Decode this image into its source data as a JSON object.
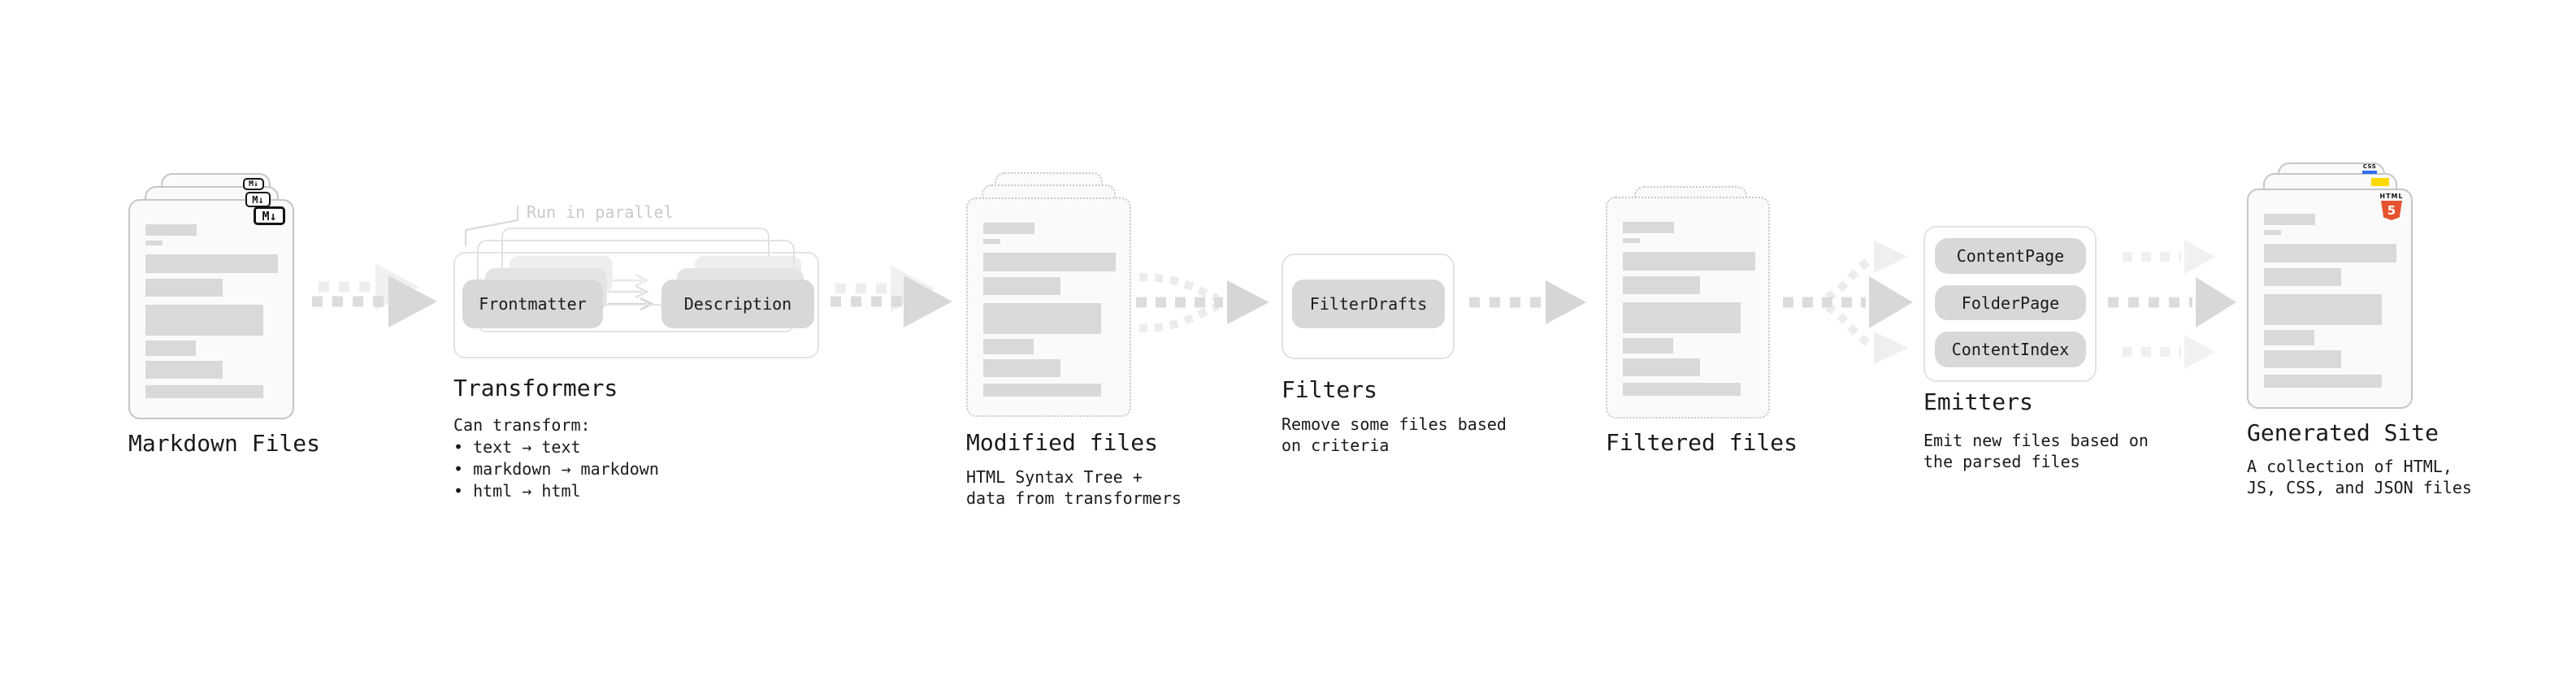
{
  "stages": {
    "markdown": {
      "title": "Markdown Files",
      "badge": "M↓"
    },
    "transformers": {
      "title": "Transformers",
      "note": "Run in parallel",
      "pill_left": "Frontmatter",
      "pill_right": "Description",
      "desc": "Can transform:\n • text → text\n • markdown → markdown\n • html → html"
    },
    "modified": {
      "title": "Modified files",
      "desc": "HTML Syntax Tree +\ndata from transformers"
    },
    "filters": {
      "title": "Filters",
      "pill": "FilterDrafts",
      "desc": "Remove some files based\non criteria"
    },
    "filtered": {
      "title": "Filtered files"
    },
    "emitters": {
      "title": "Emitters",
      "pills": [
        "ContentPage",
        "FolderPage",
        "ContentIndex"
      ],
      "desc": "Emit new files based on\nthe parsed files"
    },
    "generated": {
      "title": "Generated Site",
      "desc": "A collection of HTML,\nJS, CSS, and JSON files",
      "badges": {
        "html_word": "HTML",
        "html_num": "5",
        "css": "CSS"
      }
    }
  },
  "colors": {
    "html5_orange": "#e5532e",
    "js_yellow": "#ffd900",
    "css_blue": "#2f6df6",
    "placeholder_bar": "#d9d9d9",
    "arrow_gray": "#d6d6d6",
    "arrow_ghost_gray": "#efefef",
    "pill_gray": "#d8d8d8"
  }
}
